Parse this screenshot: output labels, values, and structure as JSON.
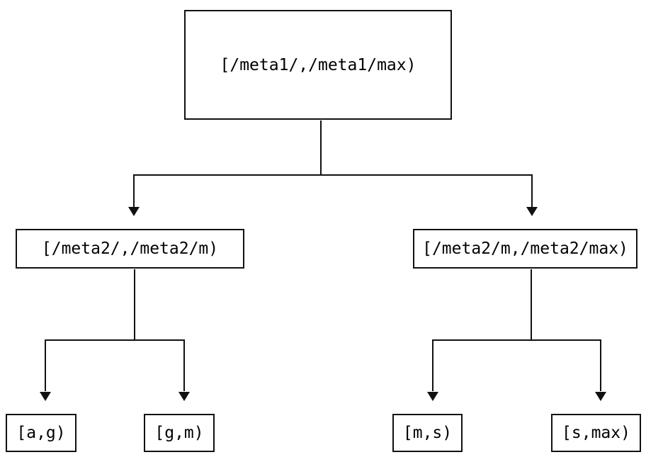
{
  "diagram": {
    "type": "tree",
    "colors": {
      "ink": "#111111",
      "background": "#ffffff"
    },
    "root": {
      "label": "[/meta1/,/meta1/max)"
    },
    "level1": [
      {
        "label": "[/meta2/,/meta2/m)"
      },
      {
        "label": "[/meta2/m,/meta2/max)"
      }
    ],
    "leaves": [
      {
        "label": "[a,g)"
      },
      {
        "label": "[g,m)"
      },
      {
        "label": "[m,s)"
      },
      {
        "label": "[s,max)"
      }
    ],
    "edges": [
      {
        "from": "root",
        "to": "level1.0"
      },
      {
        "from": "root",
        "to": "level1.1"
      },
      {
        "from": "level1.0",
        "to": "leaves.0"
      },
      {
        "from": "level1.0",
        "to": "leaves.1"
      },
      {
        "from": "level1.1",
        "to": "leaves.2"
      },
      {
        "from": "level1.1",
        "to": "leaves.3"
      }
    ]
  }
}
